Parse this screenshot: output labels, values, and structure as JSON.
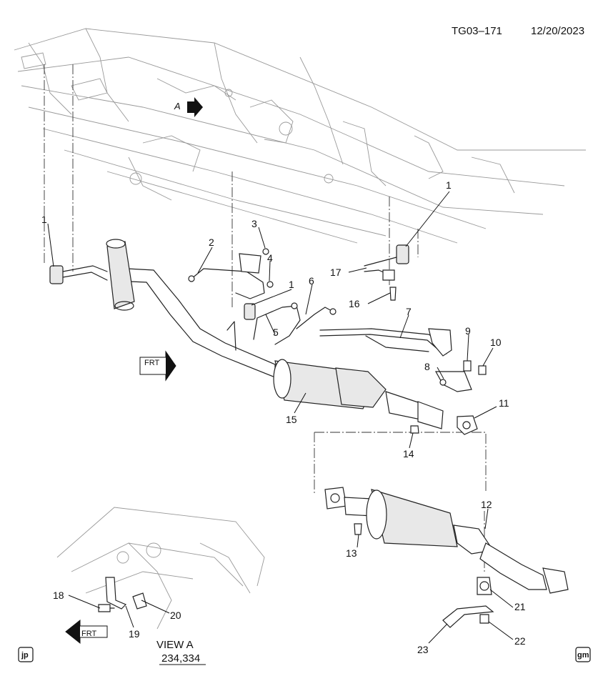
{
  "header": {
    "doc_code": "TG03–171",
    "date": "12/20/2023"
  },
  "callouts": [
    "1",
    "1",
    "1",
    "2",
    "3",
    "4",
    "5",
    "6",
    "7",
    "8",
    "9",
    "10",
    "11",
    "12",
    "13",
    "14",
    "15",
    "16",
    "17",
    "18",
    "19",
    "20",
    "21",
    "22",
    "23"
  ],
  "view_arrow_label": "A",
  "front_arrow_label": "FRT",
  "view_a": {
    "title": "VIEW A",
    "ref": "234,334",
    "front_arrow_label": "FRT"
  },
  "badges": {
    "left": "jp",
    "right": "gm"
  }
}
